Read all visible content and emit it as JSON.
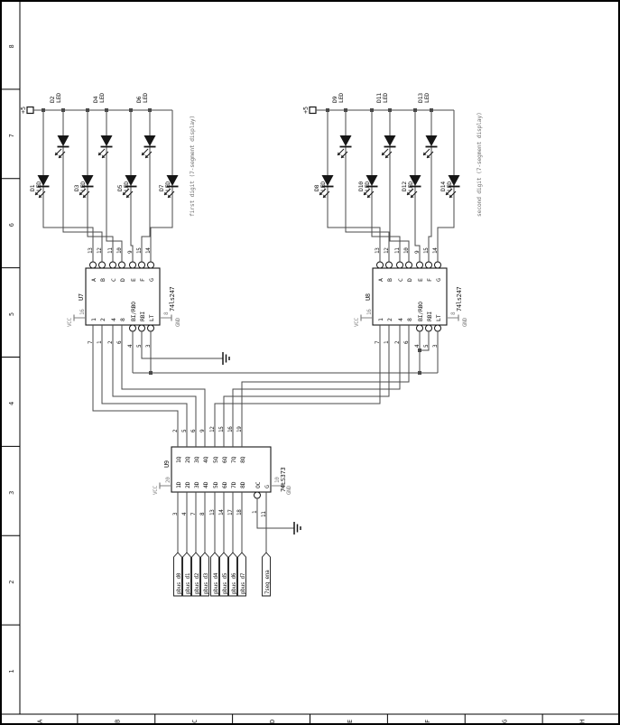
{
  "frame": {
    "rows": [
      "8",
      "7",
      "6",
      "5",
      "4",
      "3",
      "2",
      "1"
    ],
    "cols": [
      "A",
      "B",
      "C",
      "D",
      "E",
      "F",
      "G",
      "H"
    ]
  },
  "clusters": [
    {
      "power_label": "+5",
      "caption": "first digit (7-segment display)",
      "leds": [
        {
          "ref": "D1",
          "type": "LED"
        },
        {
          "ref": "D2",
          "type": "LED"
        },
        {
          "ref": "D3",
          "type": "LED"
        },
        {
          "ref": "D4",
          "type": "LED"
        },
        {
          "ref": "D5",
          "type": "LED"
        },
        {
          "ref": "D6",
          "type": "LED"
        },
        {
          "ref": "D7",
          "type": "LED"
        }
      ]
    },
    {
      "power_label": "+5",
      "caption": "second digit (7-segment display)",
      "leds": [
        {
          "ref": "D8",
          "type": "LED"
        },
        {
          "ref": "D9",
          "type": "LED"
        },
        {
          "ref": "D10",
          "type": "LED"
        },
        {
          "ref": "D11",
          "type": "LED"
        },
        {
          "ref": "D12",
          "type": "LED"
        },
        {
          "ref": "D13",
          "type": "LED"
        },
        {
          "ref": "D14",
          "type": "LED"
        }
      ]
    }
  ],
  "decoders": [
    {
      "ref": "U7",
      "part": "74ls247",
      "outputs": [
        [
          "13",
          "A"
        ],
        [
          "12",
          "B"
        ],
        [
          "11",
          "C"
        ],
        [
          "10",
          "D"
        ],
        [
          "9",
          "E"
        ],
        [
          "15",
          "F"
        ],
        [
          "14",
          "G"
        ]
      ],
      "inputs": [
        [
          "7",
          "1"
        ],
        [
          "1",
          "2"
        ],
        [
          "2",
          "4"
        ],
        [
          "6",
          "8"
        ]
      ],
      "controls": [
        [
          "4",
          "BI/RBO"
        ],
        [
          "5",
          "RBI"
        ],
        [
          "3",
          "LT"
        ]
      ],
      "vcc": [
        "16",
        "VCC"
      ],
      "gnd": [
        "8",
        "GND"
      ]
    },
    {
      "ref": "U8",
      "part": "74ls247",
      "outputs": [
        [
          "13",
          "A"
        ],
        [
          "12",
          "B"
        ],
        [
          "11",
          "C"
        ],
        [
          "10",
          "D"
        ],
        [
          "9",
          "E"
        ],
        [
          "15",
          "F"
        ],
        [
          "14",
          "G"
        ]
      ],
      "inputs": [
        [
          "7",
          "1"
        ],
        [
          "1",
          "2"
        ],
        [
          "2",
          "4"
        ],
        [
          "6",
          "8"
        ]
      ],
      "controls": [
        [
          "4",
          "BI/RBO"
        ],
        [
          "5",
          "RBI"
        ],
        [
          "3",
          "LT"
        ]
      ],
      "vcc": [
        "16",
        "VCC"
      ],
      "gnd": [
        "8",
        "GND"
      ]
    }
  ],
  "latch": {
    "ref": "U9",
    "part": "74LS373",
    "q_pins": [
      [
        "2",
        "1Q"
      ],
      [
        "5",
        "2Q"
      ],
      [
        "6",
        "3Q"
      ],
      [
        "9",
        "4Q"
      ],
      [
        "12",
        "5Q"
      ],
      [
        "15",
        "6Q"
      ],
      [
        "16",
        "7Q"
      ],
      [
        "19",
        "8Q"
      ]
    ],
    "d_pins": [
      [
        "3",
        "1D"
      ],
      [
        "4",
        "2D"
      ],
      [
        "7",
        "3D"
      ],
      [
        "8",
        "4D"
      ],
      [
        "13",
        "5D"
      ],
      [
        "14",
        "6D"
      ],
      [
        "17",
        "7D"
      ],
      [
        "18",
        "8D"
      ]
    ],
    "oc": [
      "1",
      "OC"
    ],
    "g": [
      "11",
      "G"
    ],
    "vcc": [
      "20",
      "VCC"
    ],
    "gnd": [
      "10",
      "GND"
    ]
  },
  "bus_labels": [
    "pbus_d0",
    "pbus_d1",
    "pbus_d2",
    "pbus_d3",
    "pbus_d4",
    "pbus_d5",
    "pbus_d6",
    "pbus_d7"
  ],
  "enable_label": "7seg_ena",
  "colors": {
    "wire": "#4a4a4a",
    "symbol": "#161616",
    "text": "#161616",
    "muted": "#808080",
    "caption": "#6e6e6e",
    "frame": "#000000"
  }
}
